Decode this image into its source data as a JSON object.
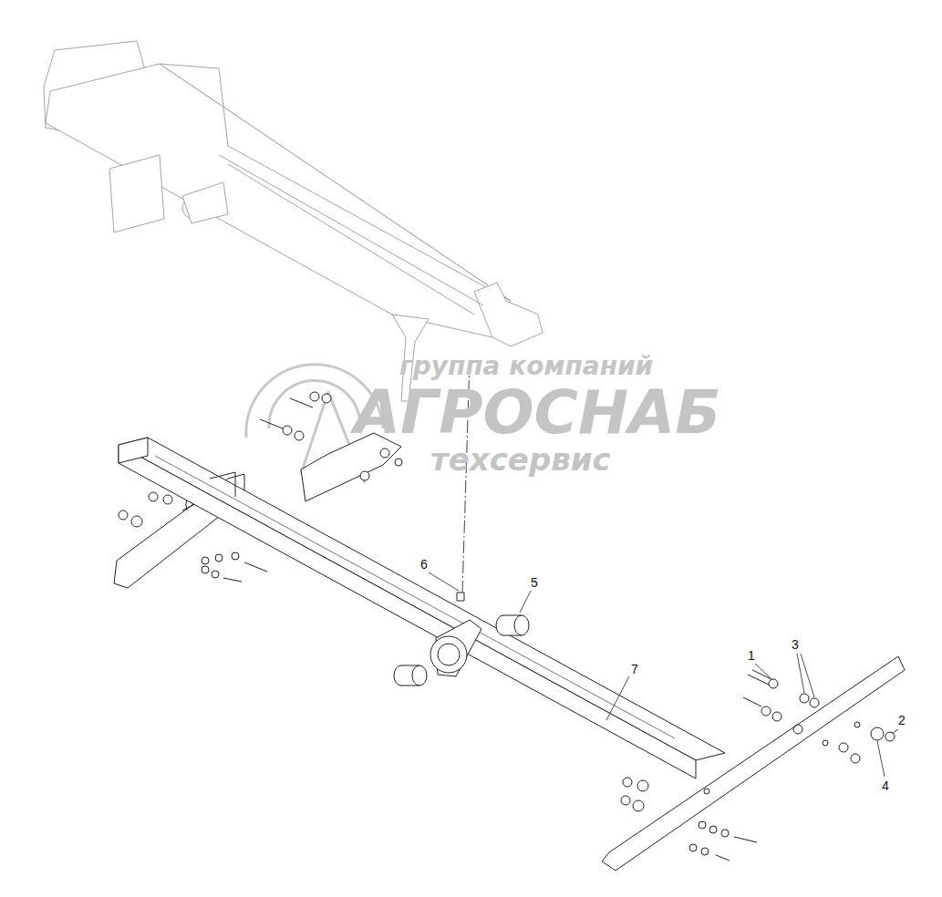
{
  "diagram": {
    "labels": [
      "группа компаний",
      "АГРОСНАБ",
      "техсервис",
      "6",
      "5",
      "7",
      "1",
      "3",
      "2",
      "4"
    ]
  }
}
